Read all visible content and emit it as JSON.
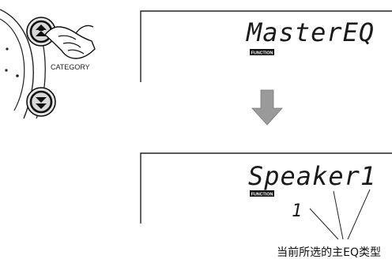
{
  "panel": {
    "category_label": "CATEGORY",
    "up_button_icon": "double-chevron-up-icon",
    "down_button_icon": "double-chevron-down-icon",
    "pointer_icon": "pointing-hand-icon"
  },
  "display_top": {
    "main_text": "MasterEQ",
    "badge": "FUNCTION"
  },
  "transition_arrow_icon": "down-arrow-icon",
  "display_bottom": {
    "main_text": "Speaker1",
    "badge": "FUNCTION",
    "value": "1"
  },
  "annotation": {
    "caption": "当前所选的主EQ类型"
  },
  "colors": {
    "arrow": "#9a9a9a",
    "lcd_text": "#1a1a1a",
    "badge_bg": "#111111",
    "button_fill": "#d8d8d8"
  }
}
